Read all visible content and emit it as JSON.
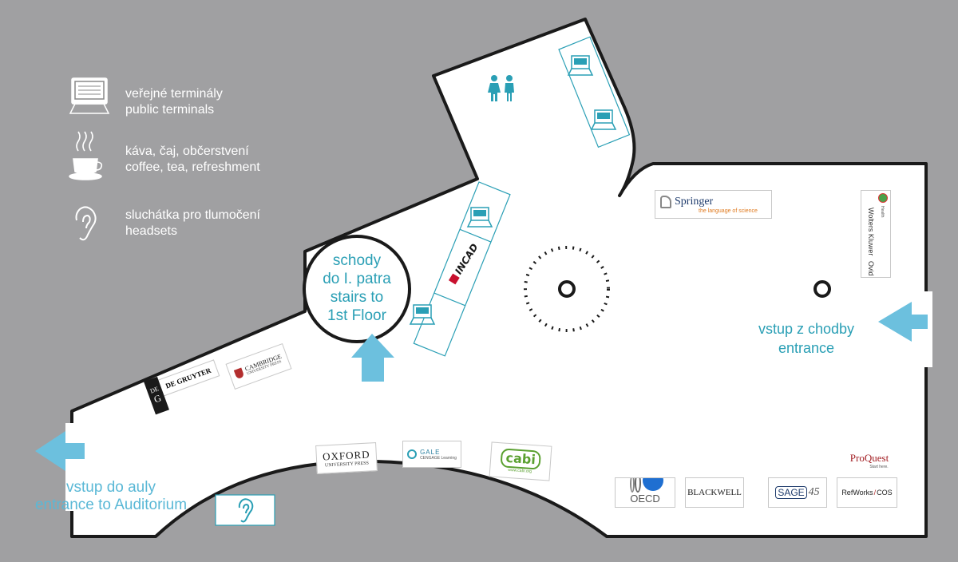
{
  "legend": {
    "terminals": {
      "cz": "veřejné terminály",
      "en": "public terminals",
      "icon": "computer-terminal-icon"
    },
    "coffee": {
      "cz": "káva, čaj, občerstvení",
      "en": "coffee, tea, refreshment",
      "icon": "coffee-cup-icon"
    },
    "headsets": {
      "cz": "sluchátka pro tlumočení",
      "en": "headsets",
      "icon": "ear-icon"
    }
  },
  "stairs": {
    "line1": "schody",
    "line2": "do I. patra",
    "line3": "stairs to",
    "line4": "1st Floor"
  },
  "entrance_corridor": {
    "line1": "vstup z chodby",
    "line2": "entrance"
  },
  "entrance_auditorium": {
    "line1": "vstup do auly",
    "line2": "entrance to Auditorium"
  },
  "exhibitors": {
    "springer": {
      "name": "Springer",
      "tagline": "the language of science"
    },
    "wolters": {
      "name": "Wolters Kluwer",
      "sub": "Ovid",
      "small": "Health"
    },
    "incad": {
      "name": "INCAD"
    },
    "cambridge": {
      "line1": "CAMBRIDGE",
      "line2": "UNIVERSITY PRESS"
    },
    "degruyter": {
      "name": "DE GRUYTER",
      "mark_top": "DE",
      "mark_bottom": "G"
    },
    "oxford": {
      "line1": "OXFORD",
      "line2": "UNIVERSITY PRESS"
    },
    "gale": {
      "line1": "GALE",
      "line2": "CENGAGE Learning"
    },
    "cabi": {
      "name": "cabi",
      "url": "www.cabi.org"
    },
    "oecd": {
      "name": "OECD"
    },
    "blackwell": {
      "name": "BLACKWELL"
    },
    "sage": {
      "name": "SAGE",
      "years": "45"
    },
    "refworks": {
      "name": "RefWorks",
      "suffix": "COS"
    },
    "proquest": {
      "name": "ProQuest",
      "tagline": "Start here."
    }
  },
  "colors": {
    "background": "#a0a0a2",
    "floor": "#ffffff",
    "wall": "#1a1a1a",
    "teal": "#2a9fb5",
    "arrow": "#6cc0de"
  }
}
